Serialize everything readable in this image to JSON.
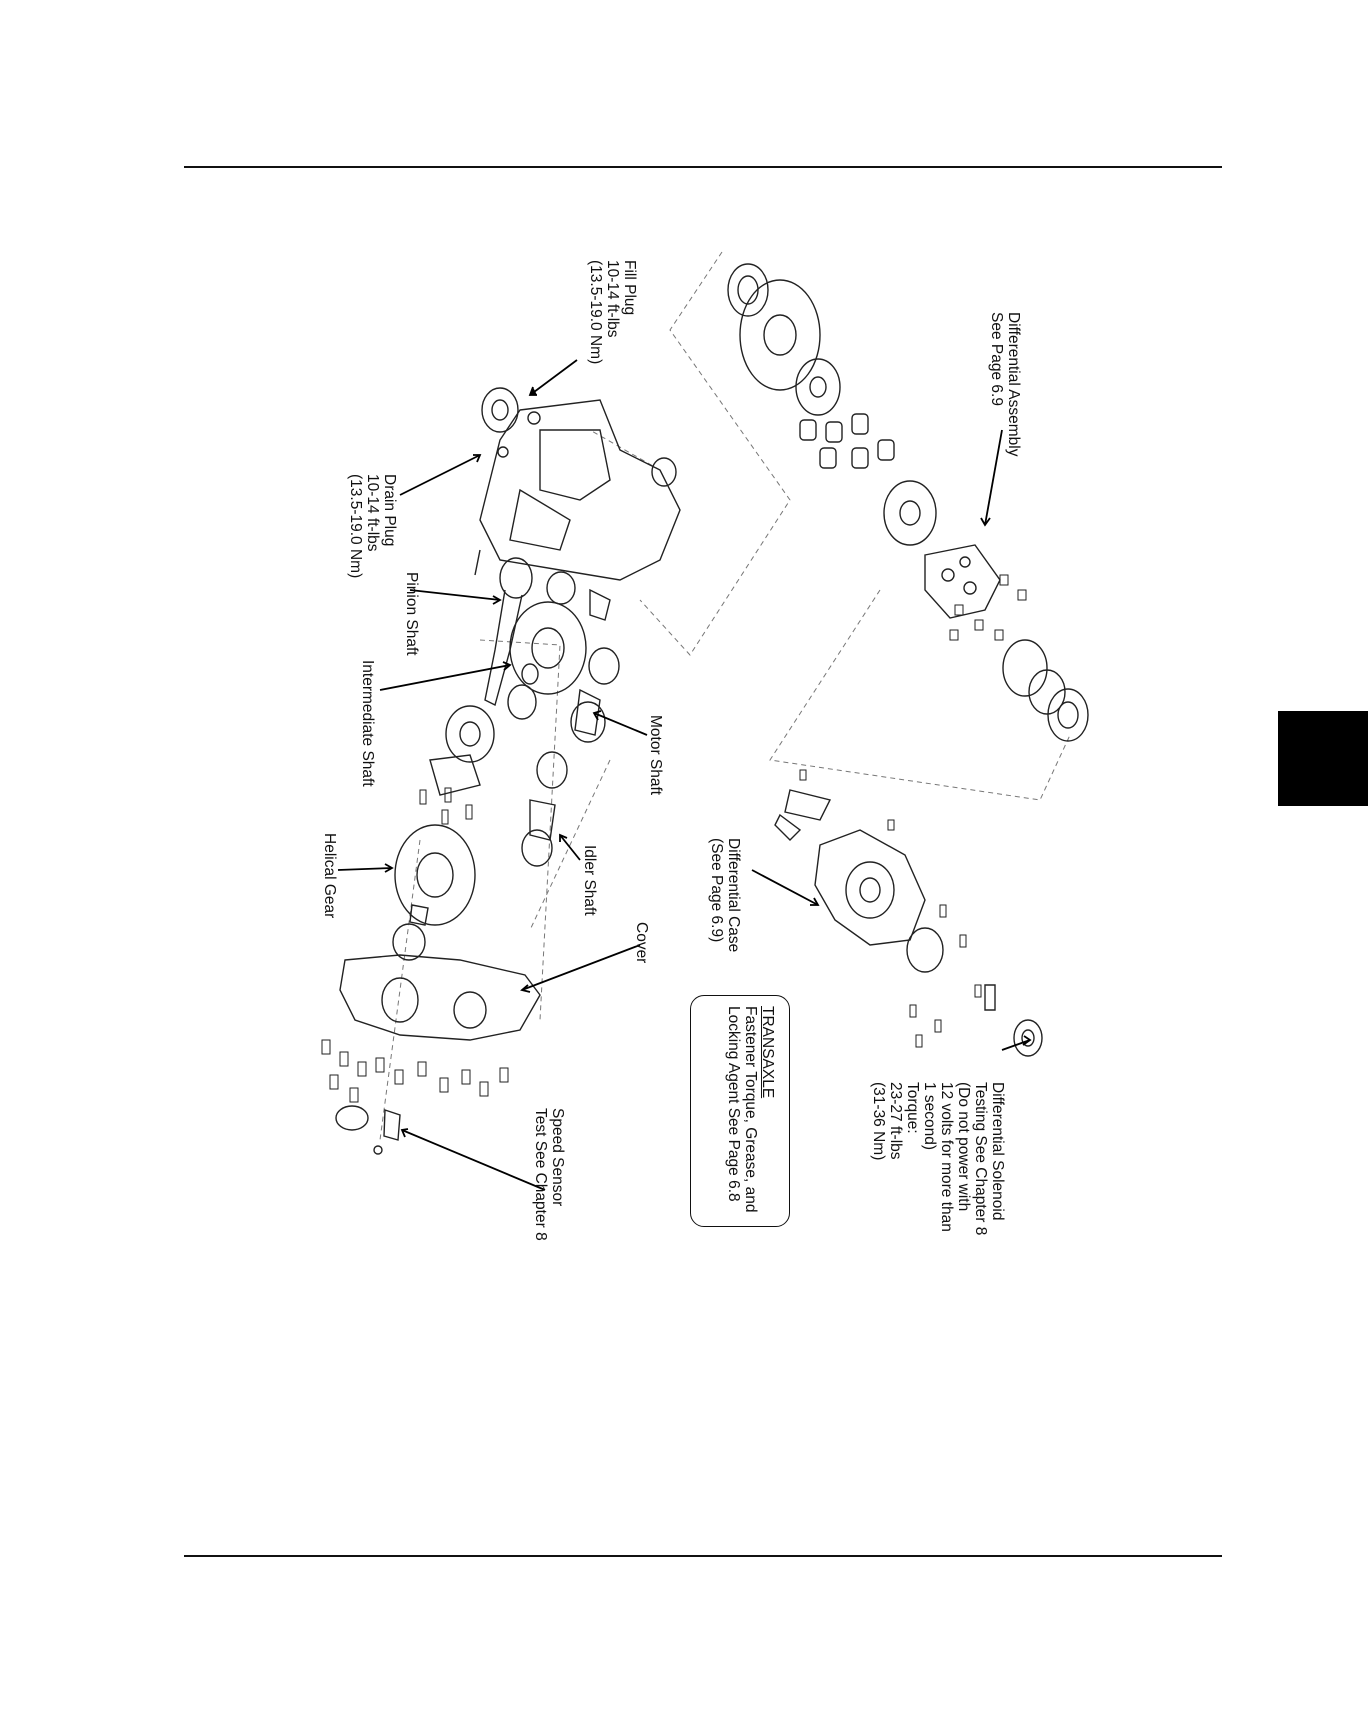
{
  "labels": {
    "fill_plug": [
      "Fill Plug",
      "10-14 ft-lbs",
      "(13.5-19.0 Nm)"
    ],
    "drain_plug": [
      "Drain Plug",
      "10-14 ft-lbs",
      "(13.5-19.0 Nm)"
    ],
    "pinion_shaft": "Pinion Shaft",
    "intermediate_shaft": "Intermediate Shaft",
    "motor_shaft": "Motor Shaft",
    "idler_shaft": "Idler Shaft",
    "helical_gear": "Helical Gear",
    "cover": "Cover",
    "speed_sensor": [
      "Speed Sensor",
      "Test See Chapter 8"
    ],
    "differential_assembly": [
      "Differential Assembly",
      "See Page 6.9"
    ],
    "differential_case": [
      "Differential Case",
      "(See Page 6.9)"
    ],
    "differential_solenoid": [
      "Differential Solenoid",
      "Testing See Chapter 8",
      "(Do not power with",
      "12 volts for more than",
      "1 second)",
      "Torque:",
      "23-27 ft-lbs",
      "(31-36 Nm)"
    ],
    "transaxle_note": {
      "title": "TRANSAXLE",
      "lines": [
        "Fastener Torque, Grease, and",
        "Locking Agent See Page 6.8"
      ]
    }
  },
  "colors": {
    "ink": "#111111",
    "tab": "#000000"
  }
}
